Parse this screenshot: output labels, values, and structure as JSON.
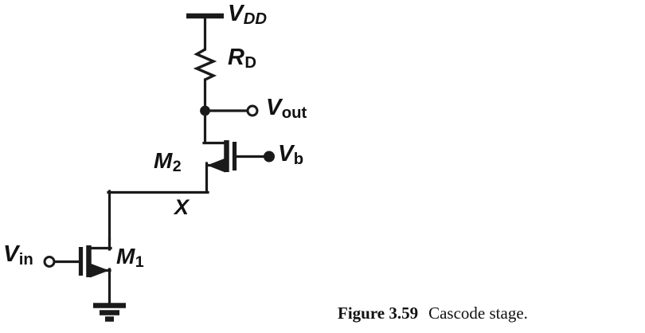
{
  "figure": {
    "caption_label": "Figure 3.59",
    "caption_text": "Cascode stage.",
    "title": "Cascode stage"
  },
  "labels": {
    "vdd": {
      "base": "V",
      "sub": "DD",
      "sub_style": "italic"
    },
    "rd": {
      "base": "R",
      "sub": "D",
      "sub_style": "upright"
    },
    "vout": {
      "base": "V",
      "sub": "out",
      "sub_style": "upright"
    },
    "vb": {
      "base": "V",
      "sub": "b",
      "sub_style": "upright"
    },
    "m2": {
      "base": "M",
      "sub": "2",
      "sub_style": "upright"
    },
    "node_x": {
      "base": "X",
      "sub": "",
      "sub_style": "upright"
    },
    "vin": {
      "base": "V",
      "sub": "in",
      "sub_style": "upright"
    },
    "m1": {
      "base": "M",
      "sub": "1",
      "sub_style": "upright"
    }
  },
  "components": [
    {
      "id": "vdd-rail",
      "name": "supply-rail",
      "label": "VDD"
    },
    {
      "id": "rd",
      "name": "resistor",
      "label": "RD"
    },
    {
      "id": "vout-terminal",
      "name": "output-terminal",
      "label": "Vout",
      "terminal": "open-circle"
    },
    {
      "id": "m2",
      "name": "nmos-transistor",
      "label": "M2",
      "type": "NMOS"
    },
    {
      "id": "vb-terminal",
      "name": "bias-terminal",
      "label": "Vb",
      "terminal": "filled-dot"
    },
    {
      "id": "node-x",
      "name": "circuit-node",
      "label": "X"
    },
    {
      "id": "m1",
      "name": "nmos-transistor",
      "label": "M1",
      "type": "NMOS"
    },
    {
      "id": "vin-terminal",
      "name": "input-terminal",
      "label": "Vin",
      "terminal": "open-circle"
    },
    {
      "id": "gnd",
      "name": "ground-symbol",
      "label": ""
    }
  ],
  "colors": {
    "ink": "#1a1a1a",
    "background": "#ffffff",
    "text": "#111111"
  }
}
